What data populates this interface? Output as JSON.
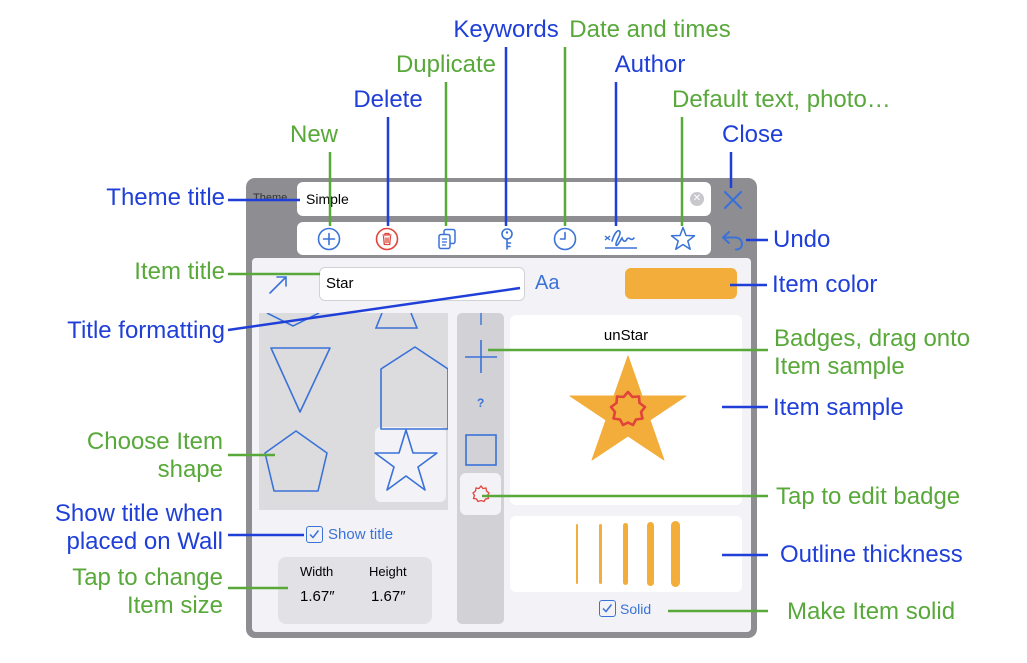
{
  "panel": {
    "theme_label": "Theme",
    "theme_value": "Simple",
    "toolbar_icons": [
      "plus-circle-icon",
      "trash-icon",
      "duplicate-icon",
      "key-icon",
      "clock-icon",
      "signature-icon",
      "star-icon"
    ],
    "item_title": "Star",
    "title_format_label": "Aa",
    "item_color": "#f3ad3a",
    "sample_title": "unStar",
    "badge_question": "?",
    "show_title_label": "Show title",
    "show_title_checked": true,
    "solid_label": "Solid",
    "solid_checked": true,
    "size": {
      "width_label": "Width",
      "height_label": "Height",
      "width_value": "1.67″",
      "height_value": "1.67″"
    }
  },
  "annotations": {
    "keywords": "Keywords",
    "date_times": "Date and times",
    "duplicate": "Duplicate",
    "author": "Author",
    "delete": "Delete",
    "default_text": "Default text, photo…",
    "new": "New",
    "close": "Close",
    "theme_title": "Theme title",
    "undo": "Undo",
    "item_title": "Item title",
    "item_color": "Item color",
    "title_formatting": "Title formatting",
    "badges_line1": "Badges, drag onto",
    "badges_line2": "Item sample",
    "item_sample": "Item sample",
    "choose_shape_line1": "Choose Item",
    "choose_shape_line2": "shape",
    "tap_edit_badge": "Tap to edit badge",
    "show_title_line1": "Show title when",
    "show_title_line2": "placed on Wall",
    "outline_thickness": "Outline thickness",
    "tap_size_line1": "Tap to change",
    "tap_size_line2": "Item size",
    "make_solid": "Make Item solid"
  },
  "colors": {
    "annotation_blue": "#1f3fd8",
    "annotation_green": "#58a83a",
    "accent_blue": "#3a72d8",
    "delete_red": "#e0443a",
    "item_orange": "#f3ad3a",
    "badge_red": "#e0443a"
  }
}
